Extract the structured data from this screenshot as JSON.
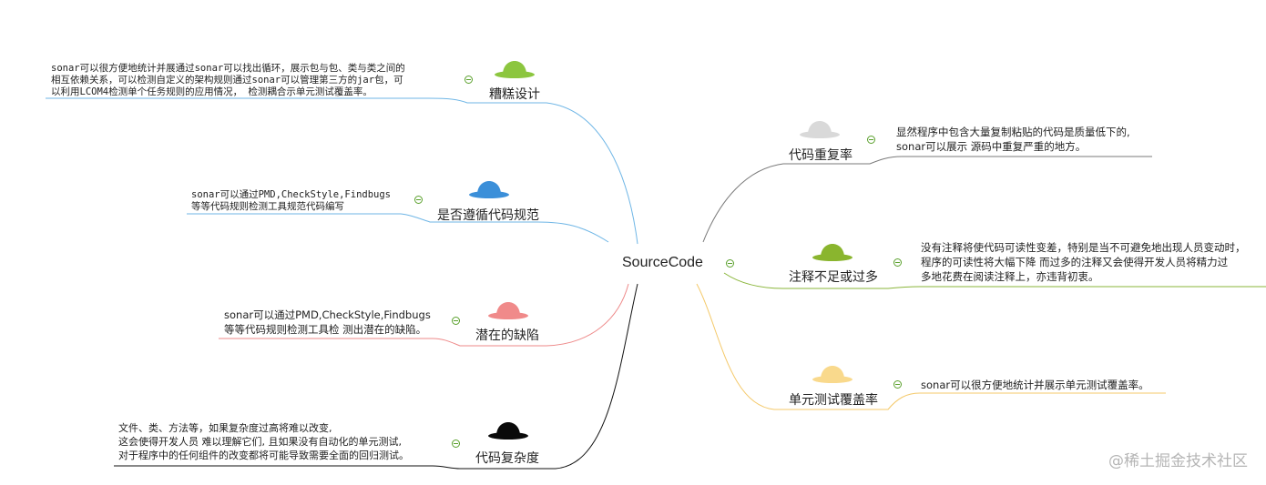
{
  "root": {
    "label": "SourceCode"
  },
  "branches": [
    {
      "id": "rough-design",
      "label": "糟糕设计",
      "color": "#8cc63f",
      "hat_color": "#8cc63f",
      "note": [
        "sonar可以很方便地统计并展通过sonar可以找出循环，展示包与包、类与类之间的",
        "相互依赖关系，可以检测自定义的架构规则通过sonar可以管理第三方的jar包，可",
        "以利用LCOM4检测单个任务规则的应用情况， 检测耦合示单元测试覆盖率。"
      ]
    },
    {
      "id": "coding-rules",
      "label": "是否遵循代码规范",
      "color": "#6fb6e6",
      "hat_color": "#3b8fd9",
      "note": [
        "sonar可以通过PMD,CheckStyle,Findbugs",
        "等等代码规则检测工具规范代码编写"
      ]
    },
    {
      "id": "potential-bugs",
      "label": "潜在的缺陷",
      "color": "#ee8a8a",
      "hat_color": "#f08a8a",
      "note": [
        "sonar可以通过PMD,CheckStyle,Findbugs",
        "等等代码规则检测工具检 测出潜在的缺陷。"
      ]
    },
    {
      "id": "complexity",
      "label": "代码复杂度",
      "color": "#111111",
      "hat_color": "#0a0a0a",
      "note": [
        "文件、类、方法等，如果复杂度过高将难以改变,",
        "这会使得开发人员 难以理解它们, 且如果没有自动化的单元测试,",
        "对于程序中的任何组件的改变都将可能导致需要全面的回归测试。"
      ]
    },
    {
      "id": "duplication",
      "label": "代码重复率",
      "color": "#7a7a7a",
      "hat_color": "#d9d9d9",
      "note": [
        "显然程序中包含大量复制粘贴的代码是质量低下的,",
        "sonar可以展示 源码中重复严重的地方。"
      ]
    },
    {
      "id": "comments",
      "label": "注释不足或过多",
      "color": "#8ab53a",
      "hat_color": "#8ab52e",
      "note": [
        "没有注释将使代码可读性变差，特别是当不可避免地出现人员变动时，",
        "程序的可读性将大幅下降 而过多的注释又会使得开发人员将精力过",
        "多地花费在阅读注释上，亦违背初衷。"
      ]
    },
    {
      "id": "coverage",
      "label": "单元测试覆盖率",
      "color": "#f4c96a",
      "hat_color": "#f9d98c",
      "note": [
        "sonar可以很方便地统计并展示单元测试覆盖率。"
      ]
    }
  ],
  "watermark": "@稀土掘金技术社区"
}
